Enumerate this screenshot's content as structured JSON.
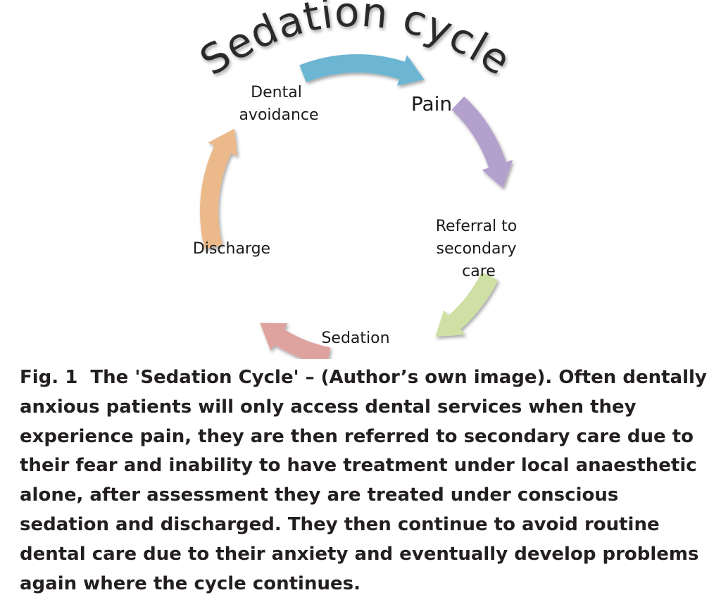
{
  "title": "Sedation cycle",
  "nodes": [
    {
      "id": "pain",
      "lines": [
        "Pain"
      ]
    },
    {
      "id": "referral",
      "lines": [
        "Referral to",
        "secondary",
        "care"
      ]
    },
    {
      "id": "sedation",
      "lines": [
        "Sedation"
      ]
    },
    {
      "id": "discharge",
      "lines": [
        "Discharge"
      ]
    },
    {
      "id": "avoidance",
      "lines": [
        "Dental",
        "avoidance"
      ]
    }
  ],
  "arrows": [
    {
      "from": "avoidance",
      "to": "pain",
      "color": "#6cb6d4"
    },
    {
      "from": "pain",
      "to": "referral",
      "color": "#b4a0cc"
    },
    {
      "from": "referral",
      "to": "sedation",
      "color": "#cfe0a4"
    },
    {
      "from": "sedation",
      "to": "discharge",
      "color": "#dfa39f"
    },
    {
      "from": "discharge",
      "to": "avoidance",
      "color": "#ecb98a"
    }
  ],
  "caption": {
    "label": "Fig. 1",
    "text": "The 'Sedation Cycle' – (Author’s own image). Often dentally anxious patients will only access dental services when they experience pain, they are then referred to secondary care due to their fear and inability to have treatment under local anaesthetic alone, after assessment they are treated under conscious sedation and discharged. They then continue to avoid routine dental care due to their anxiety and eventually develop problems again where the cycle continues."
  }
}
